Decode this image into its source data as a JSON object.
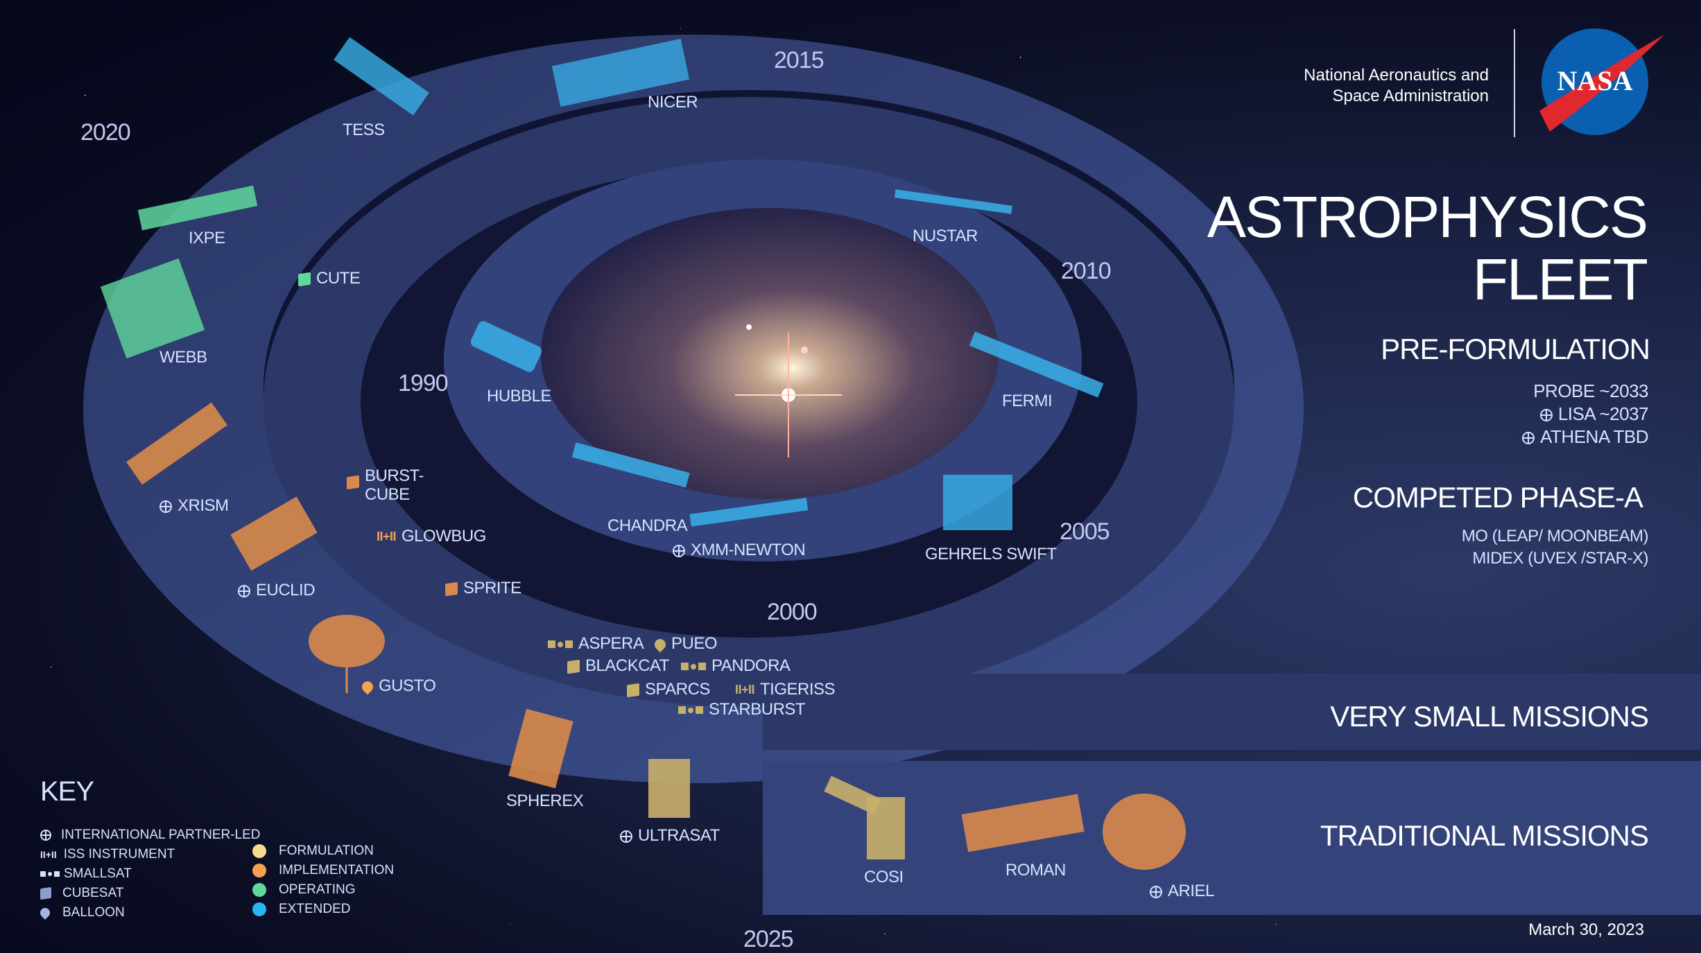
{
  "header": {
    "org_line1": "National Aeronautics and",
    "org_line2": "Space Administration",
    "logo_text": "NASA",
    "title_line1": "ASTROPHYSICS",
    "title_line2": "FLEET"
  },
  "pre_formulation": {
    "heading": "PRE-FORMULATION",
    "items": [
      {
        "label": "PROBE ~2033",
        "international": false
      },
      {
        "label": "LISA ~2037",
        "international": true
      },
      {
        "label": "ATHENA TBD",
        "international": true
      }
    ]
  },
  "competed_phase_a": {
    "heading": "COMPETED PHASE-A",
    "items": [
      "MO (LEAP/ MOONBEAM)",
      "MIDEX (UVEX /STAR-X)"
    ]
  },
  "bands": {
    "very_small": "VERY SMALL MISSIONS",
    "traditional": "TRADITIONAL MISSIONS"
  },
  "date": "March 30, 2023",
  "years": [
    "1990",
    "2000",
    "2005",
    "2010",
    "2015",
    "2020",
    "2025"
  ],
  "missions": {
    "hubble": "HUBBLE",
    "chandra": "CHANDRA",
    "xmm": "XMM-NEWTON",
    "swift": "GEHRELS SWIFT",
    "fermi": "FERMI",
    "nustar": "NUSTAR",
    "nicer": "NICER",
    "tess": "TESS",
    "ixpe": "IXPE",
    "webb": "WEBB",
    "cute": "CUTE",
    "xrism": "XRISM",
    "euclid": "EUCLID",
    "gusto": "GUSTO",
    "burstcube_1": "BURST-",
    "burstcube_2": "CUBE",
    "glowbug": "GLOWBUG",
    "sprite": "SPRITE",
    "aspera": "ASPERA",
    "pueo": "PUEO",
    "blackcat": "BLACKCAT",
    "pandora": "PANDORA",
    "sparcs": "SPARCS",
    "tigeriss": "TIGERISS",
    "starburst": "STARBURST",
    "spherex": "SPHEREX",
    "ultrasat": "ULTRASAT",
    "cosi": "COSI",
    "roman": "ROMAN",
    "ariel": "ARIEL"
  },
  "key": {
    "title": "KEY",
    "types": [
      {
        "icon": "globe-icon",
        "label": "INTERNATIONAL PARTNER-LED"
      },
      {
        "icon": "iss-instrument-icon",
        "label": "ISS INSTRUMENT"
      },
      {
        "icon": "smallsat-icon",
        "label": "SMALLSAT"
      },
      {
        "icon": "cubesat-icon",
        "label": "CUBESAT"
      },
      {
        "icon": "balloon-icon",
        "label": "BALLOON"
      }
    ],
    "status": [
      {
        "label": "FORMULATION",
        "color": "#f6dc8c"
      },
      {
        "label": "IMPLEMENTATION",
        "color": "#f5a04f"
      },
      {
        "label": "OPERATING",
        "color": "#5fd89c"
      },
      {
        "label": "EXTENDED",
        "color": "#29b4f2"
      }
    ],
    "iss_glyph": "II+II"
  },
  "colors": {
    "band": "#34437a",
    "band_light": "#3f5290",
    "extended": "#3ab0ea",
    "operating": "#5fd89c",
    "implementation": "#d98a4a",
    "formulation": "#c9b06a",
    "label": "#d6e2ff"
  }
}
